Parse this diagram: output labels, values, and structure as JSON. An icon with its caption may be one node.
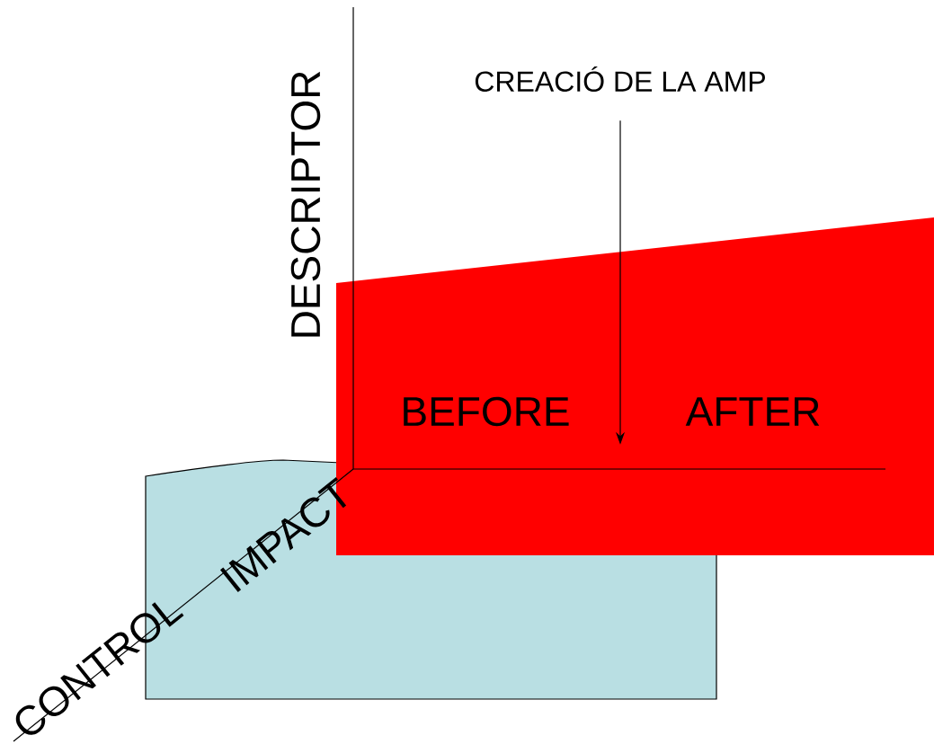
{
  "diagram": {
    "nodes": [
      {
        "text": [
          "CREACIÓ DE LA AMP"
        ]
      },
      {
        "text": [
          "BEFORE",
          "AFTER"
        ]
      },
      {
        "text": [],
        "shape": "box"
      }
    ],
    "edges": [
      {
        "from": 0,
        "to": 1,
        "arrow": "to"
      }
    ],
    "labels": [
      "DESCRIPTOR",
      "IMPACT",
      "CONTROL"
    ]
  }
}
